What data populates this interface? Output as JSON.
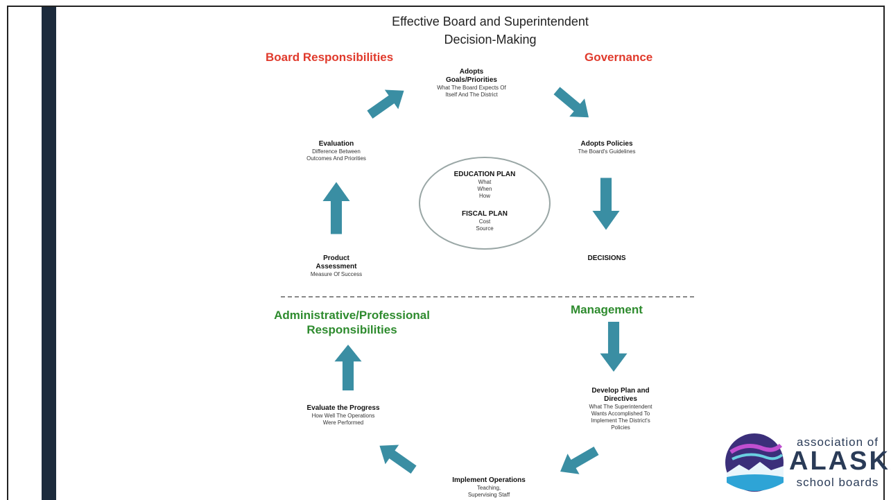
{
  "title_line1": "Effective Board and Superintendent",
  "title_line2": "Decision-Making",
  "headings": {
    "board": "Board Responsibilities",
    "governance": "Governance",
    "admin_line1": "Administrative/Professional",
    "admin_line2": "Responsibilities",
    "management": "Management"
  },
  "nodes": {
    "adopts_goals": {
      "title1": "Adopts",
      "title2": "Goals/Priorities",
      "sub1": "What The Board Expects Of",
      "sub2": "Itself And The District"
    },
    "adopts_policies": {
      "title": "Adopts Policies",
      "sub": "The Board's Guidelines"
    },
    "decisions": {
      "title": "DECISIONS"
    },
    "evaluation": {
      "title": "Evaluation",
      "sub1": "Difference Between",
      "sub2": "Outcomes And Priorities"
    },
    "product_assessment": {
      "title1": "Product",
      "title2": "Assessment",
      "sub": "Measure Of Success"
    },
    "develop_plan": {
      "title1": "Develop Plan and",
      "title2": "Directives",
      "sub1": "What The Superintendent",
      "sub2": "Wants Accomplished To",
      "sub3": "Implement The District's",
      "sub4": "Policies"
    },
    "implement_operations": {
      "title": "Implement Operations",
      "sub1": "Teaching,",
      "sub2": "Supervising Staff"
    },
    "evaluate_progress": {
      "title": "Evaluate the Progress",
      "sub1": "How Well The Operations",
      "sub2": "Were Performed"
    }
  },
  "center": {
    "education_plan": "EDUCATION PLAN",
    "education_items": [
      "What",
      "When",
      "How"
    ],
    "fiscal_plan": "FISCAL PLAN",
    "fiscal_items": [
      "Cost",
      "Source"
    ]
  },
  "logo": {
    "line1": "association of",
    "line2": "ALASKA",
    "line3": "school boards"
  },
  "colors": {
    "arrow": "#3a8ea3",
    "red": "#e03a2c",
    "green": "#2e8b2e",
    "sidebar": "#1d2b3c"
  }
}
